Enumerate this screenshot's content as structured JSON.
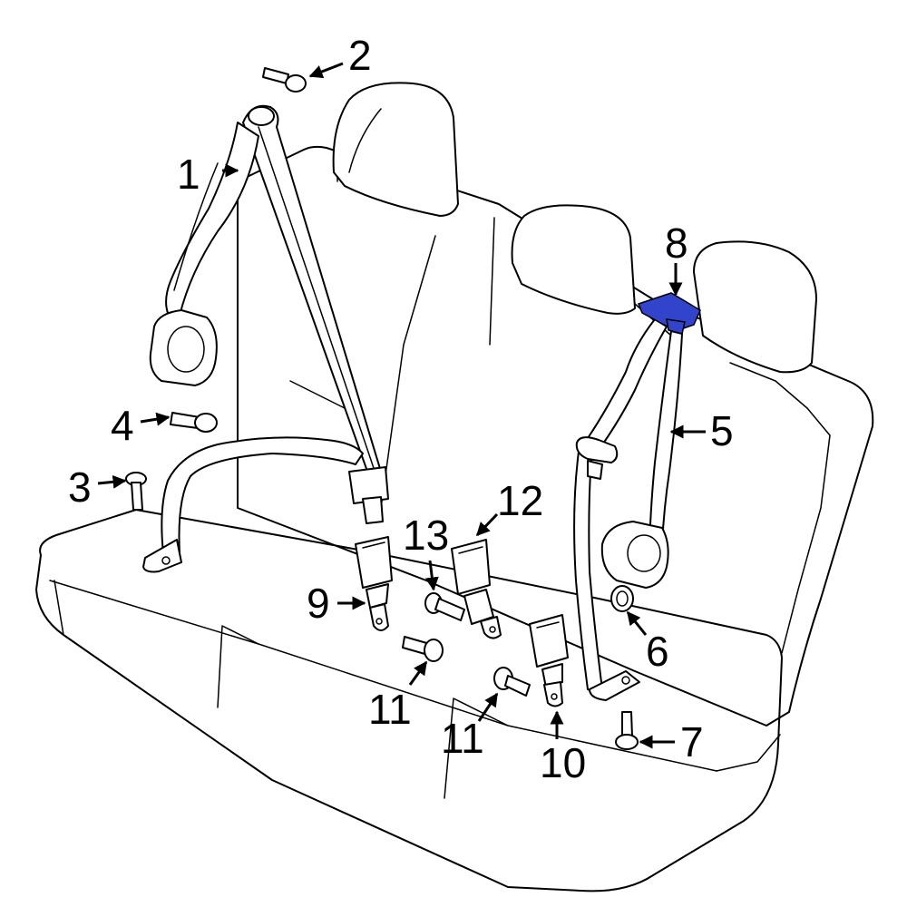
{
  "callouts": [
    "1",
    "2",
    "3",
    "4",
    "5",
    "6",
    "7",
    "8",
    "9",
    "10",
    "11",
    "11",
    "12",
    "13"
  ],
  "highlight_color": "#3344cc"
}
